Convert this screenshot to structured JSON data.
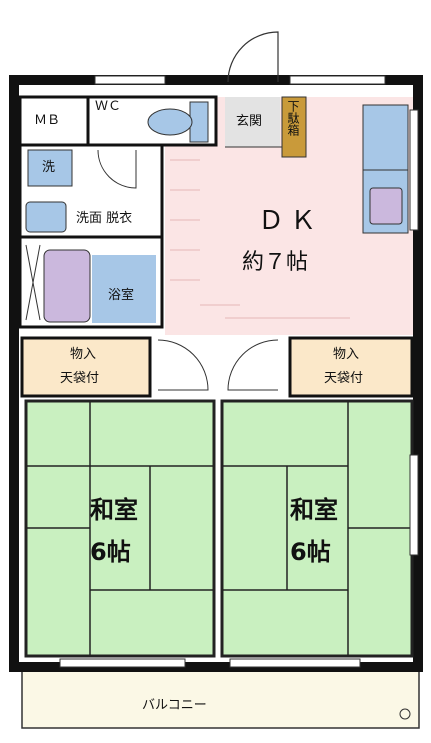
{
  "rooms": {
    "mb": "ＭＢ",
    "wc": "ＷＣ",
    "entrance": "玄関",
    "shoe_box": "下駄箱",
    "washer": "洗",
    "washroom": "洗面 脱衣",
    "bath": "浴室",
    "dk_name": "ＤＫ",
    "dk_size": "約７帖",
    "storage_left": [
      "物入",
      "天袋付"
    ],
    "storage_right": [
      "物入",
      "天袋付"
    ],
    "washitsu_left": [
      "和室",
      "6帖"
    ],
    "washitsu_right": [
      "和室",
      "6帖"
    ],
    "balcony": "バルコニー"
  },
  "colors": {
    "wall": "#111111",
    "tatami": "#c9f0c0",
    "dk_floor": "#fbe5e5",
    "entrance_tile": "#e3e3e3",
    "fixtures": "#a7c7e7",
    "storage": "#fbe8c9",
    "balcony": "#fbf8e6",
    "shoe_box": "#c99a3a"
  }
}
